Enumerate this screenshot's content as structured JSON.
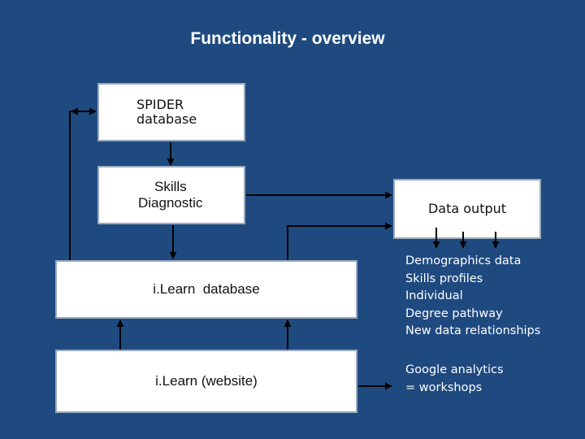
{
  "slide": {
    "title": "Functionality - overview"
  },
  "nodes": {
    "spider": {
      "line1": "SPIDER",
      "line2": "database"
    },
    "skills": {
      "line1": "Skills",
      "line2": "Diagnostic"
    },
    "output": {
      "label": "Data output"
    },
    "ilearn_db": {
      "label": "i.Learn  database"
    },
    "ilearn_web": {
      "label": "i.Learn (website)"
    }
  },
  "output_items": [
    "Demographics data",
    "Skills profiles",
    "Individual",
    "Degree pathway",
    "New data relationships"
  ],
  "analytics_items": [
    "Google analytics",
    "= workshops"
  ],
  "colors": {
    "background": "#1f4a80",
    "box_fill": "#ffffff",
    "box_border": "#9aa8bc",
    "arrow": "#000000",
    "text_light": "#ffffff"
  }
}
